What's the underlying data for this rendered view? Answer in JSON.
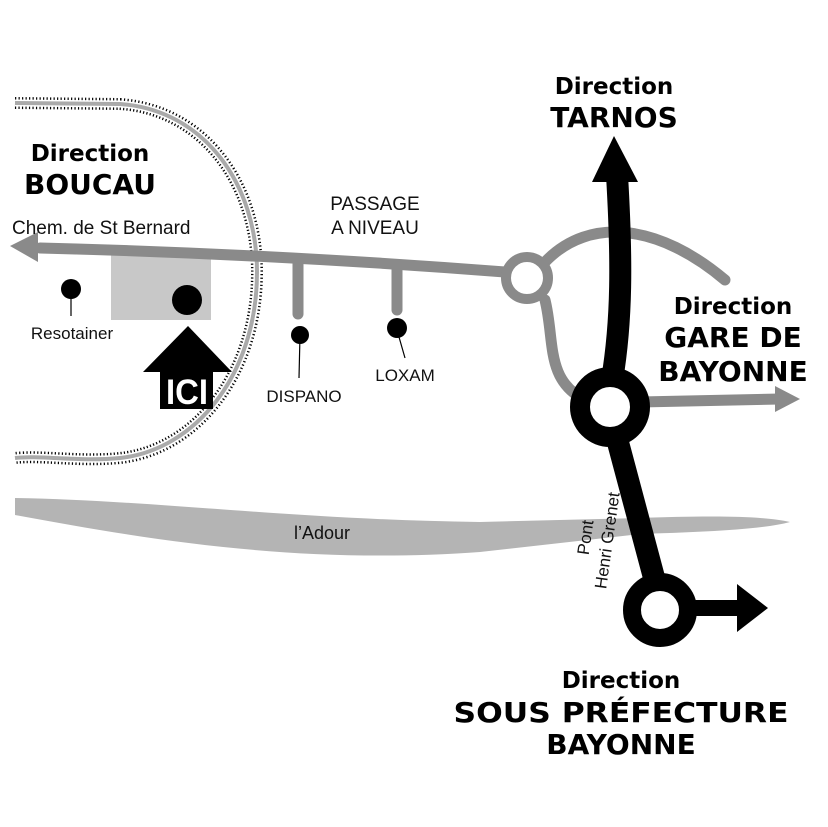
{
  "directions": {
    "boucau": {
      "line1": "Direction",
      "line2": "BOUCAU"
    },
    "tarnos": {
      "line1": "Direction",
      "line2": "TARNOS"
    },
    "gare": {
      "line1": "Direction",
      "line2": "GARE DE",
      "line3": "BAYONNE"
    },
    "sous_prefecture": {
      "line1": "Direction",
      "line2": "SOUS PRÉFECTURE",
      "line3": "BAYONNE"
    }
  },
  "roads": {
    "st_bernard": "Chem. de St Bernard",
    "passage_line1": "PASSAGE",
    "passage_line2": "A NIVEAU",
    "bridge_line1": "Pont",
    "bridge_line2": "Henri Grenet"
  },
  "river": "l’Adour",
  "places": {
    "resotainer": "Resotainer",
    "dispano": "DISPANO",
    "loxam": "LOXAM",
    "here": "ICI"
  },
  "colors": {
    "road_gray": "#8a8a8a",
    "river_gray": "#b4b4b4",
    "site_gray": "#c8c8c8",
    "main_road": "#000000"
  }
}
